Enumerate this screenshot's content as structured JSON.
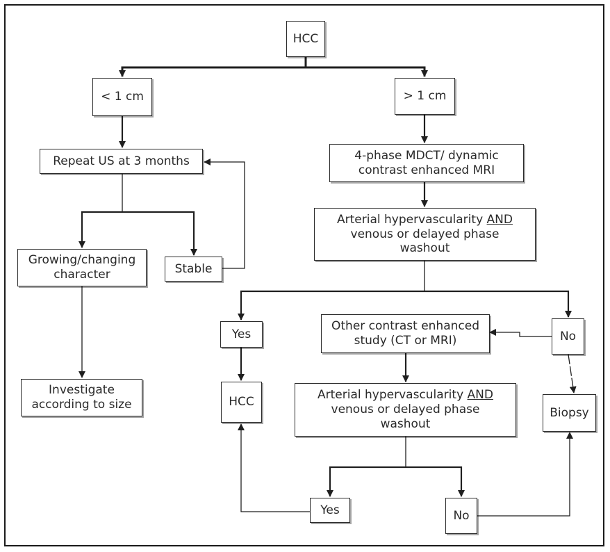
{
  "nodes": {
    "hcc_root": "HCC",
    "lt_1cm": "< 1 cm",
    "gt_1cm": "> 1 cm",
    "repeat_us": "Repeat US at 3 months",
    "mdct_mri": "4-phase MDCT/ dynamic\ncontrast enhanced MRI",
    "art_hyper_1": {
      "pre": "Arterial hypervascularity ",
      "u": "AND",
      "post": "\nvenous or delayed phase\nwashout"
    },
    "growing": "Growing/changing\ncharacter",
    "stable": "Stable",
    "investigate": "Investigate\naccording to size",
    "yes_1": "Yes",
    "other_study": "Other contrast enhanced\nstudy (CT or MRI)",
    "no_1": "No",
    "hcc_2": "HCC",
    "art_hyper_2": {
      "pre": "Arterial hypervascularity ",
      "u": "AND",
      "post": "\nvenous or delayed phase\nwashout"
    },
    "biopsy": "Biopsy",
    "yes_2": "Yes",
    "no_2": "No"
  }
}
